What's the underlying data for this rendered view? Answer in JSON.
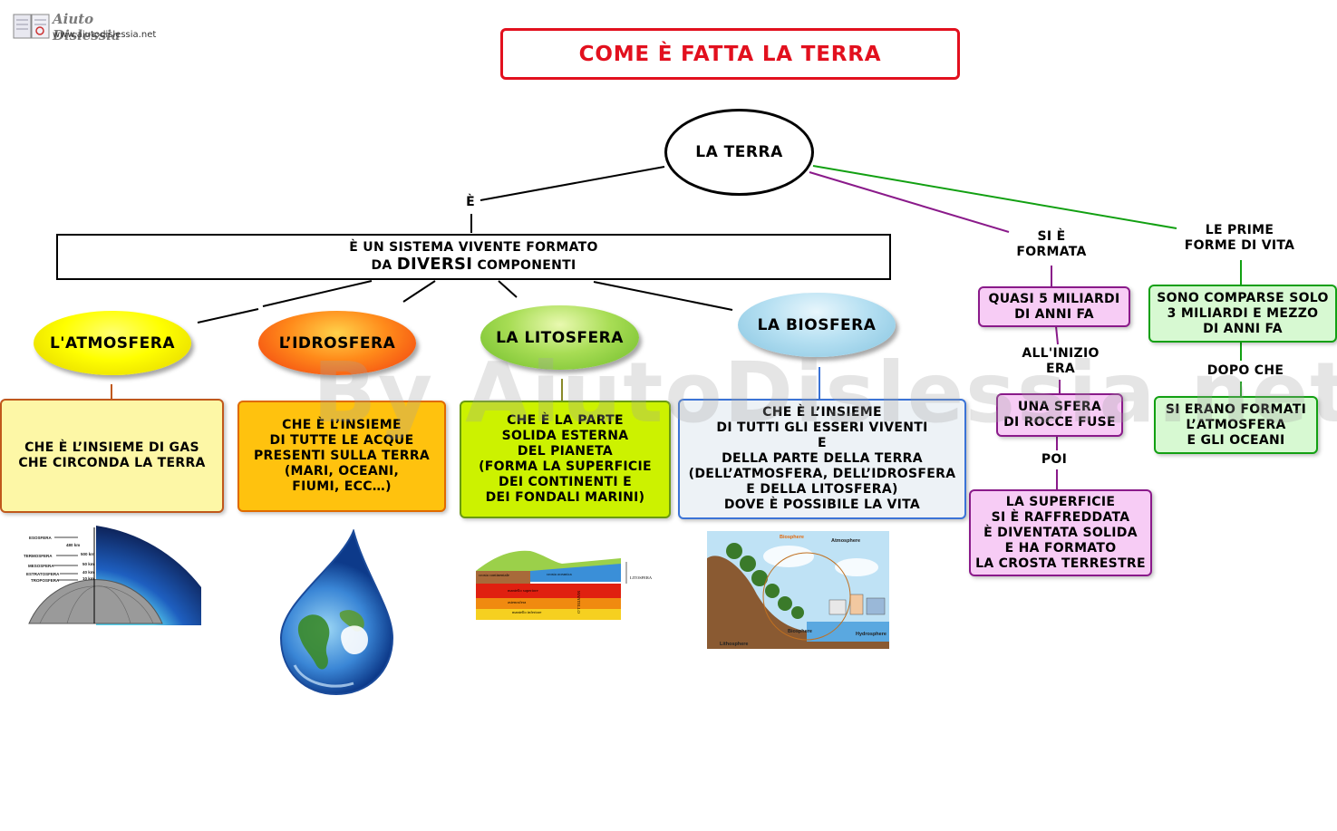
{
  "logo": {
    "title": "Aiuto Dislessia",
    "url": "www.aiutodislessia.net"
  },
  "title": "COME È FATTA LA TERRA",
  "watermark": "By AiutoDislessia.net",
  "root": "LA TERRA",
  "link_e": "È",
  "system": {
    "line1": "È UN SISTEMA VIVENTE FORMATO",
    "line2_pre": "DA",
    "line2_bold": "DIVERSI",
    "line2_post": "COMPONENTI"
  },
  "spheres": [
    {
      "name": "L'ATMOSFERA",
      "desc": "CHE È L’INSIEME DI GAS\nCHE CIRCONDA LA TERRA"
    },
    {
      "name": "L’IDROSFERA",
      "desc": "CHE  È L’INSIEME\nDI TUTTE LE ACQUE\nPRESENTI SULLA TERRA\n(MARI, OCEANI,\nFIUMI, ECC…)"
    },
    {
      "name": "LA LITOSFERA",
      "desc": "CHE  È LA PARTE\nSOLIDA ESTERNA\nDEL PIANETA\n(FORMA LA SUPERFICIE\nDEI CONTINENTI E\nDEI FONDALI MARINI)"
    },
    {
      "name": "LA BIOSFERA",
      "desc": "CHE È L’INSIEME\nDI TUTTI GLI ESSERI VIVENTI\nE\nDELLA PARTE DELLA TERRA\n(DELL’ATMOSFERA, DELL’IDROSFERA\nE DELLA LITOSFERA)\nDOVE È POSSIBILE LA VITA"
    }
  ],
  "formation": {
    "label": "SI È\nFORMATA",
    "when": "QUASI 5 MILIARDI\nDI ANNI FA",
    "link1": "ALL'INIZIO\nERA",
    "first": "UNA SFERA\nDI ROCCE FUSE",
    "link2": "POI",
    "then": "LA SUPERFICIE\nSI È RAFFREDDATA\nÈ DIVENTATA SOLIDA\nE HA FORMATO\nLA CROSTA TERRESTRE"
  },
  "life": {
    "label": "LE PRIME\nFORME DI VITA",
    "when": "SONO COMPARSE SOLO\n3 MILIARDI E MEZZO\nDI ANNI FA",
    "link": "DOPO CHE",
    "after": "SI ERANO FORMATI\nL’ATMOSFERA\nE GLI OCEANI"
  },
  "atmo_image": {
    "layers": [
      "ESOSFERA",
      "TERMOSFERA",
      "MESOSFERA",
      "ESTRATOSFERA",
      "TROPOSFERA"
    ],
    "heights": [
      "480 km",
      "500 km",
      "50 km",
      "40 km",
      "10 km"
    ]
  },
  "lito_image": {
    "labels": [
      "crosta continentale",
      "crosta oceanica",
      "mantello superiore",
      "astenosfera",
      "mantello inferiore",
      "LITOSFERA",
      "MANTELLO"
    ]
  },
  "bio_image": {
    "labels": [
      "Biosphere",
      "Atmosphere",
      "Biosphere",
      "Lithosphere",
      "Hydrosphere"
    ]
  },
  "colors": {
    "title_red": "#e2101e",
    "purple": "#8a1a8a",
    "green": "#12a012",
    "formation_fill": "#f7ccf5",
    "life_fill": "#d7f9d2"
  }
}
